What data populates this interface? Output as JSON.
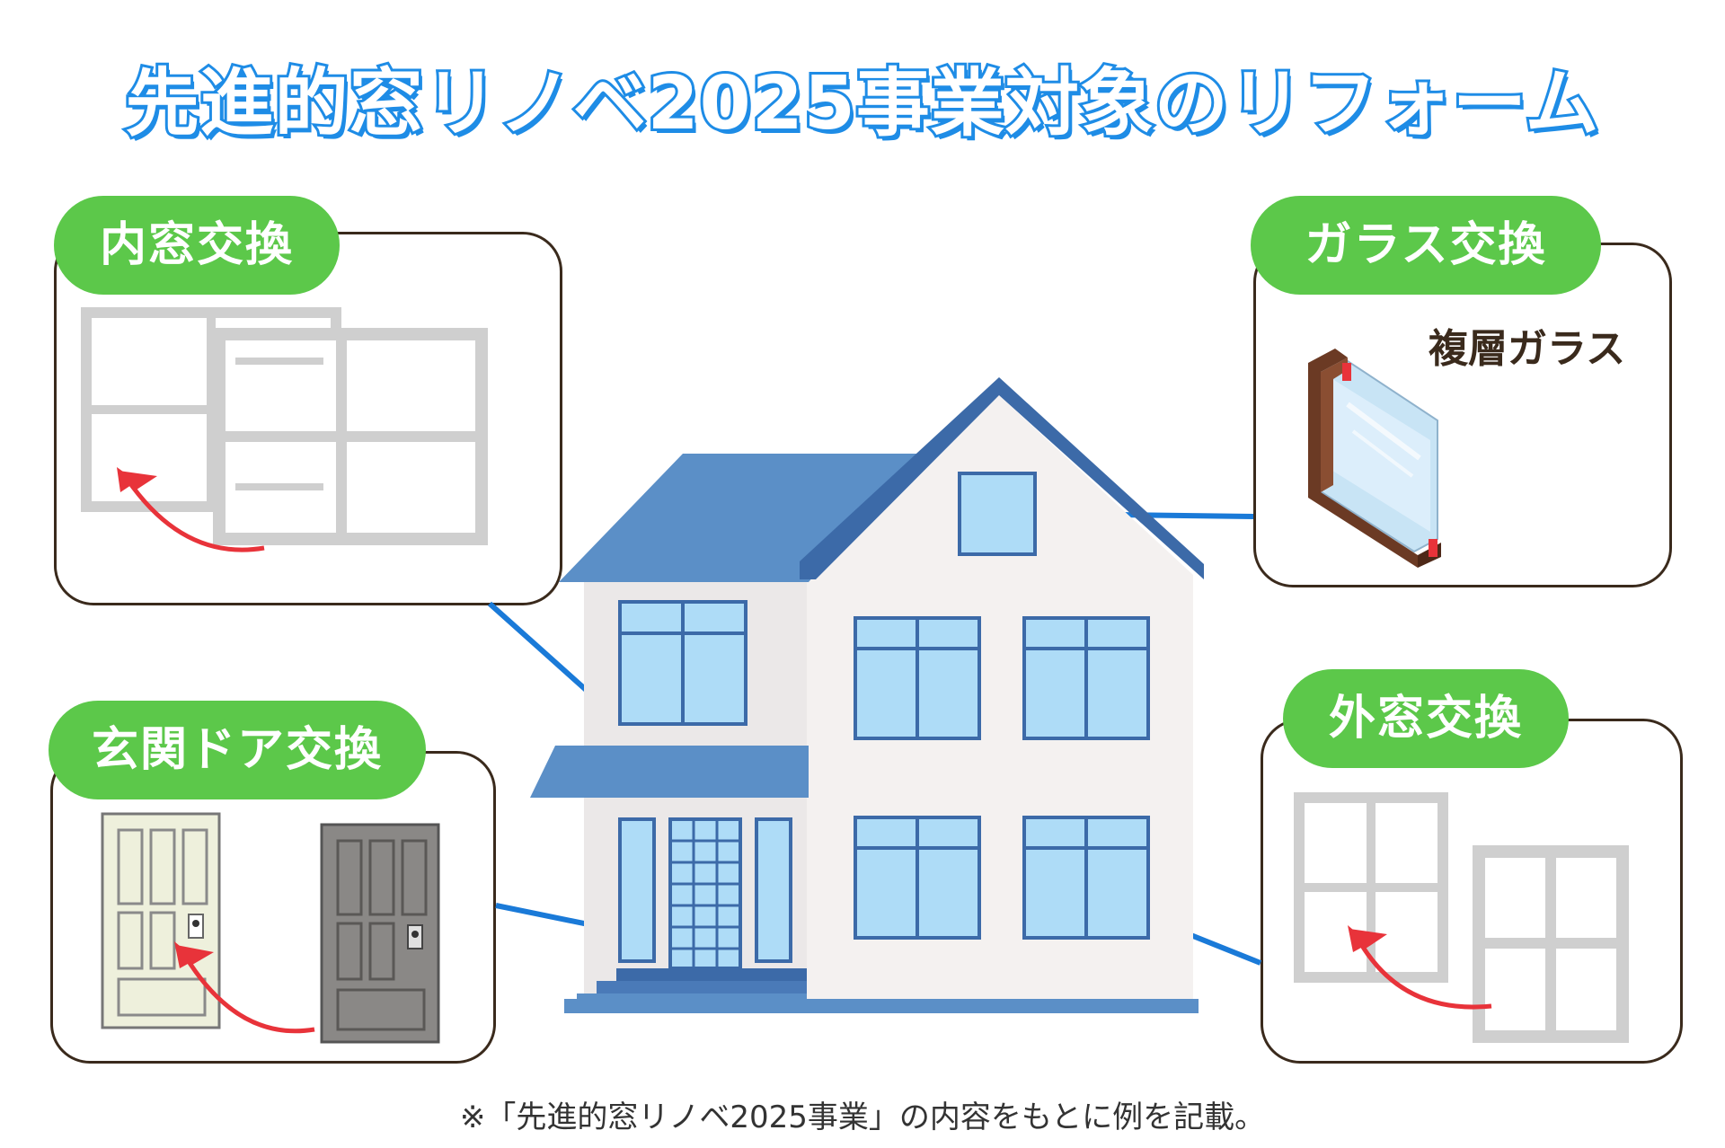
{
  "title": "先進的窓リノベ2025事業対象のリフォーム",
  "cards": {
    "inner_window": {
      "label": "内窓交換"
    },
    "glass": {
      "label": "ガラス交換",
      "sub_label": "複層ガラス"
    },
    "entrance_door": {
      "label": "玄関ドア交換"
    },
    "outer_window": {
      "label": "外窓交換"
    }
  },
  "footnote": "※「先進的窓リノベ2025事業」の内容をもとに例を記載。",
  "colors": {
    "title_blue": "#1e8ce6",
    "pill_green": "#5cc84a",
    "leader_blue": "#1a7ad8",
    "arrow_red": "#e8333a",
    "roof_blue": "#5b8fc7",
    "window_blue": "#aedcf7"
  }
}
